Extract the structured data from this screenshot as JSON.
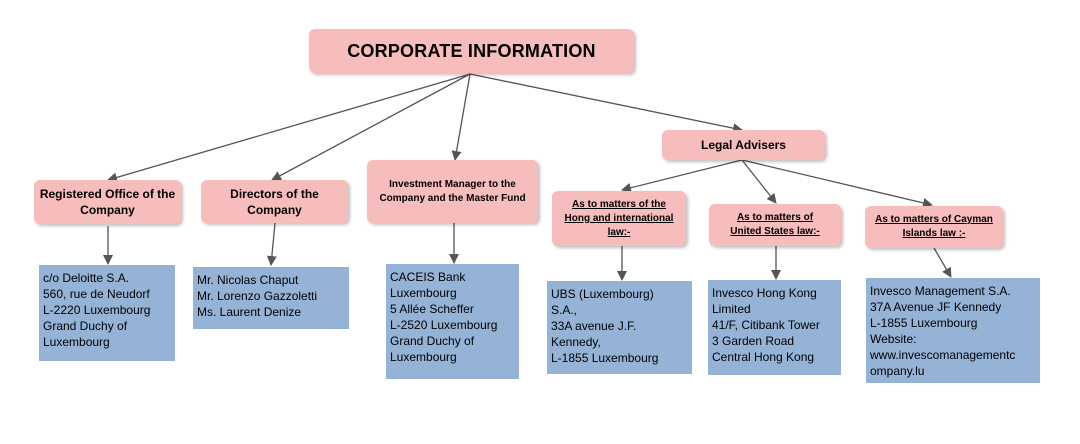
{
  "title": "CORPORATE INFORMATION",
  "registered_office": {
    "heading": "Registered Office of the Company",
    "body": "c/o Deloitte S.A.\n560, rue de Neudorf\nL-2220 Luxembourg\nGrand Duchy of\nLuxembourg"
  },
  "directors": {
    "heading": "Directors of the Company",
    "body": "Mr. Nicolas Chaput\nMr. Lorenzo Gazzoletti\nMs. Laurent Denize"
  },
  "investment_manager": {
    "heading": "Investment Manager to the Company and the Master Fund",
    "body": "CACEIS Bank\nLuxembourg\n5 Allée Scheffer\nL-2520 Luxembourg\nGrand Duchy of\nLuxembourg"
  },
  "legal_advisers": {
    "heading": "Legal Advisers",
    "hong_kong": {
      "heading": "As to matters of the Hong and international law:-",
      "body": "UBS (Luxembourg)\nS.A.,\n33A avenue J.F.\nKennedy,\nL-1855 Luxembourg"
    },
    "united_states": {
      "heading": "As to matters of United States law:-",
      "body": "Invesco Hong Kong\nLimited\n41/F, Citibank Tower\n3 Garden Road\nCentral Hong Kong"
    },
    "cayman": {
      "heading": "As to matters of Cayman Islands law :-",
      "body": "Invesco Management S.A.\n37A Avenue JF Kennedy\nL-1855 Luxembourg\nWebsite:\nwww.invescomanagementc\nompany.lu"
    }
  },
  "colors": {
    "heading_fill": "#f7bcbc",
    "content_fill": "#95b3d7",
    "connector": "#555555"
  }
}
